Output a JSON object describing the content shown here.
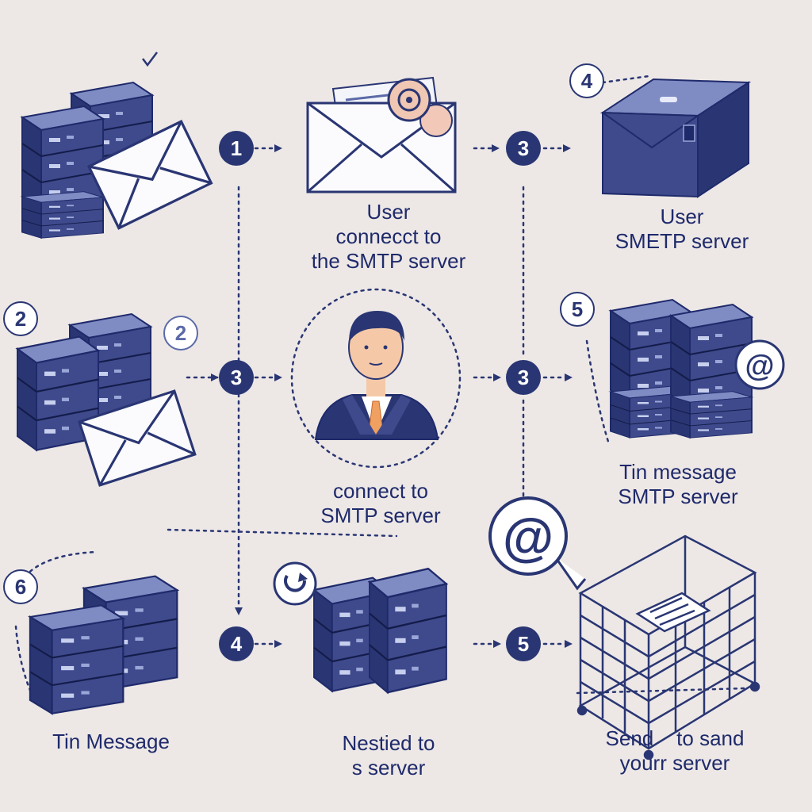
{
  "badges": {
    "step_top_left": "1",
    "step_top_right": "3",
    "step_mid_left": "3",
    "step_mid_right": "3",
    "step_bottom_left": "4",
    "step_bottom_right": "5",
    "corner_top_right": "4",
    "corner_left": "2",
    "corner_mid_right": "5",
    "corner_bottom_left": "6",
    "server_badge": "2"
  },
  "labels": {
    "top_center": [
      "User",
      "connecct to",
      "the SMTP server"
    ],
    "top_right": [
      "User",
      "SMETP server"
    ],
    "middle_center": [
      "connect to",
      "SMTP server"
    ],
    "middle_right": [
      "Tin message",
      "SMTP server"
    ],
    "bottom_left": [
      "Tin Message"
    ],
    "bottom_center": [
      "Nestied to",
      "s server"
    ],
    "bottom_right": [
      "Send    to sand",
      "yourr server"
    ]
  },
  "symbols": {
    "at_big": "@",
    "at_small": "@"
  },
  "icons": [
    "server-stack-icon",
    "envelope-icon",
    "parcel-box-icon",
    "user-avatar-icon",
    "at-sign-icon",
    "mail-cage-icon"
  ],
  "colors": {
    "primary": "#2a3673",
    "accent": "#5b6aa8",
    "light": "#7f8cc4",
    "background": "#ede8e6",
    "skin": "#f5c9a8"
  }
}
